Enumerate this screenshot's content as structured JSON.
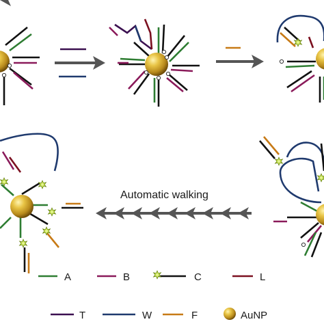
{
  "step_label": "Automatic walking",
  "legend": [
    {
      "letter": "A",
      "icon": "green-strand",
      "color": "#2e7d32"
    },
    {
      "letter": "B",
      "icon": "purple-strand",
      "color": "#8a1a5a"
    },
    {
      "letter": "C",
      "icon": "black-strand-with-fluorophore",
      "color": "#111111"
    },
    {
      "letter": "L",
      "icon": "dark-red-strand",
      "color": "#7b1020"
    },
    {
      "letter": "T",
      "icon": "dark-purple-strand",
      "color": "#3b1050"
    },
    {
      "letter": "W",
      "icon": "navy-strand",
      "color": "#1f3a6e"
    },
    {
      "letter": "F",
      "icon": "orange-strand",
      "color": "#c77a16"
    },
    {
      "letter": "AuNP",
      "icon": "gold-nanoparticle",
      "color": "#c9a227"
    }
  ],
  "colors": {
    "gold": "#d4a82a",
    "gold_highlight": "#fff4b0",
    "gold_shadow": "#8a6210",
    "arrow": "#555555",
    "fluor": "#b8d83a"
  }
}
